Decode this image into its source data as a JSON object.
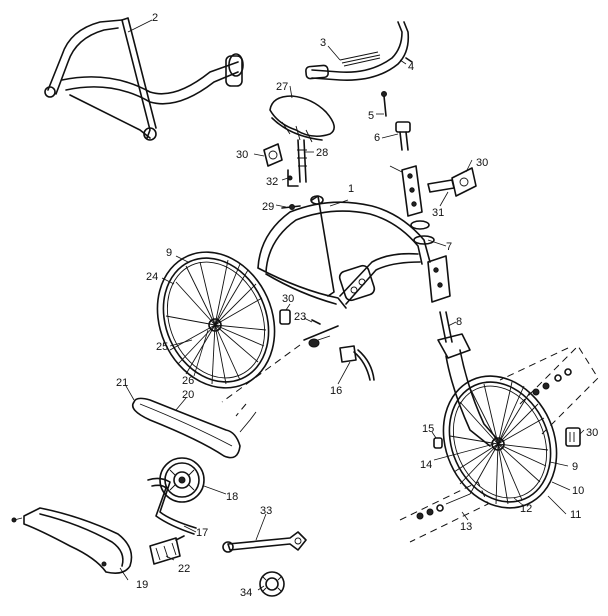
{
  "diagram": {
    "parts": [
      {
        "id": "frame-main",
        "label": "1"
      },
      {
        "id": "frame-top",
        "label": "2"
      },
      {
        "id": "grip",
        "label": "3"
      },
      {
        "id": "handlebar",
        "label": "4"
      },
      {
        "id": "head-bolt",
        "label": "5"
      },
      {
        "id": "stem",
        "label": "6"
      },
      {
        "id": "head-set",
        "label": "7"
      },
      {
        "id": "fork",
        "label": "8"
      },
      {
        "id": "rear-wheel",
        "label": "9"
      },
      {
        "id": "front-wheel-9",
        "label": "9"
      },
      {
        "id": "front-tire",
        "label": "10"
      },
      {
        "id": "front-tube",
        "label": "11"
      },
      {
        "id": "front-rim",
        "label": "12"
      },
      {
        "id": "front-axle",
        "label": "13"
      },
      {
        "id": "front-hub",
        "label": "14"
      },
      {
        "id": "axle-nut",
        "label": "15"
      },
      {
        "id": "kickstand",
        "label": "16"
      },
      {
        "id": "crank-arm",
        "label": "17"
      },
      {
        "id": "chainwheel",
        "label": "18"
      },
      {
        "id": "chain-guard",
        "label": "19"
      },
      {
        "id": "chain",
        "label": "20"
      },
      {
        "id": "master-link",
        "label": "21"
      },
      {
        "id": "pedal",
        "label": "22"
      },
      {
        "id": "crank-bearing",
        "label": "23"
      },
      {
        "id": "rear-tire",
        "label": "24"
      },
      {
        "id": "rear-rim",
        "label": "25"
      },
      {
        "id": "rear-hub",
        "label": "26"
      },
      {
        "id": "saddle",
        "label": "27"
      },
      {
        "id": "seat-post",
        "label": "28"
      },
      {
        "id": "seat-clamp-bolt",
        "label": "29"
      },
      {
        "id": "reflector-seat",
        "label": "30"
      },
      {
        "id": "reflector-head",
        "label": "30"
      },
      {
        "id": "reflector-rear",
        "label": "30"
      },
      {
        "id": "reflector-front",
        "label": "30"
      },
      {
        "id": "reflector-bracket",
        "label": "31"
      },
      {
        "id": "seat-clamp",
        "label": "32"
      },
      {
        "id": "coaster-arm",
        "label": "33"
      },
      {
        "id": "bearing-cup",
        "label": "34"
      }
    ]
  }
}
